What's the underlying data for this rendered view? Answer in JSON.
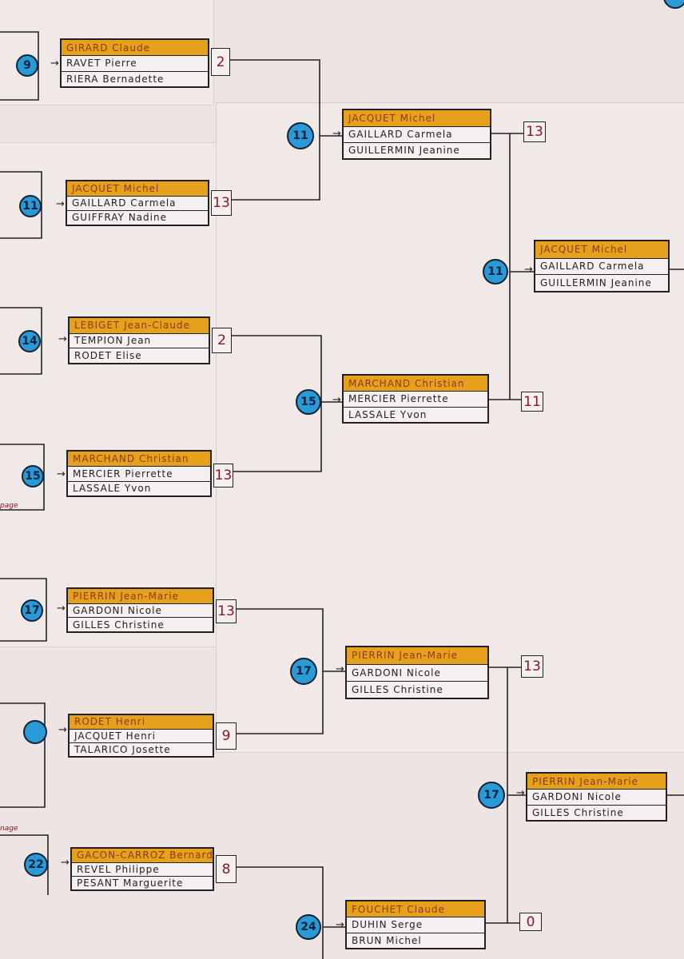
{
  "round1": [
    {
      "seed": "9",
      "players": [
        "GIRARD Claude",
        "RAVET Pierre",
        "RIERA Bernadette"
      ],
      "score": "2"
    },
    {
      "seed": "11",
      "players": [
        "JACQUET Michel",
        "GAILLARD Carmela",
        "GUIFFRAY Nadine"
      ],
      "score": "13"
    },
    {
      "seed": "14",
      "players": [
        "LEBIGET Jean-Claude",
        "TEMPION Jean",
        "RODET Elise"
      ],
      "score": "2"
    },
    {
      "seed": "15",
      "players": [
        "MARCHAND Christian",
        "MERCIER Pierrette",
        "LASSALE Yvon"
      ],
      "score": "13"
    },
    {
      "seed": "17",
      "players": [
        "PIERRIN Jean-Marie",
        "GARDONI Nicole",
        "GILLES Christine"
      ],
      "score": "13"
    },
    {
      "seed": "",
      "players": [
        "RODET Henri",
        "JACQUET Henri",
        "TALARICO Josette"
      ],
      "score": "9"
    },
    {
      "seed": "22",
      "players": [
        "GACON-CARROZ Bernard",
        "REVEL Philippe",
        "PESANT Marguerite"
      ],
      "score": "8"
    }
  ],
  "round2": [
    {
      "seed": "11",
      "players": [
        "JACQUET Michel",
        "GAILLARD Carmela",
        "GUILLERMIN Jeanine"
      ],
      "score": "13"
    },
    {
      "seed": "15",
      "players": [
        "MARCHAND Christian",
        "MERCIER Pierrette",
        "LASSALE Yvon"
      ],
      "score": "11"
    },
    {
      "seed": "17",
      "players": [
        "PIERRIN Jean-Marie",
        "GARDONI Nicole",
        "GILLES Christine"
      ],
      "score": "13"
    },
    {
      "seed": "24",
      "players": [
        "FOUCHET Claude",
        "DUHIN Serge",
        "BRUN Michel"
      ],
      "score": "0"
    }
  ],
  "round3": [
    {
      "seed": "11",
      "players": [
        "JACQUET Michel",
        "GAILLARD Carmela",
        "GUILLERMIN Jeanine"
      ]
    },
    {
      "seed": "17",
      "players": [
        "PIERRIN Jean-Marie",
        "GARDONI Nicole",
        "GILLES Christine"
      ]
    }
  ],
  "notes": [
    "page",
    "nage"
  ],
  "colors": {
    "highlight": "#e6a11c",
    "seed_circle": "#2a9ad6",
    "score_ink": "#8a1820"
  }
}
